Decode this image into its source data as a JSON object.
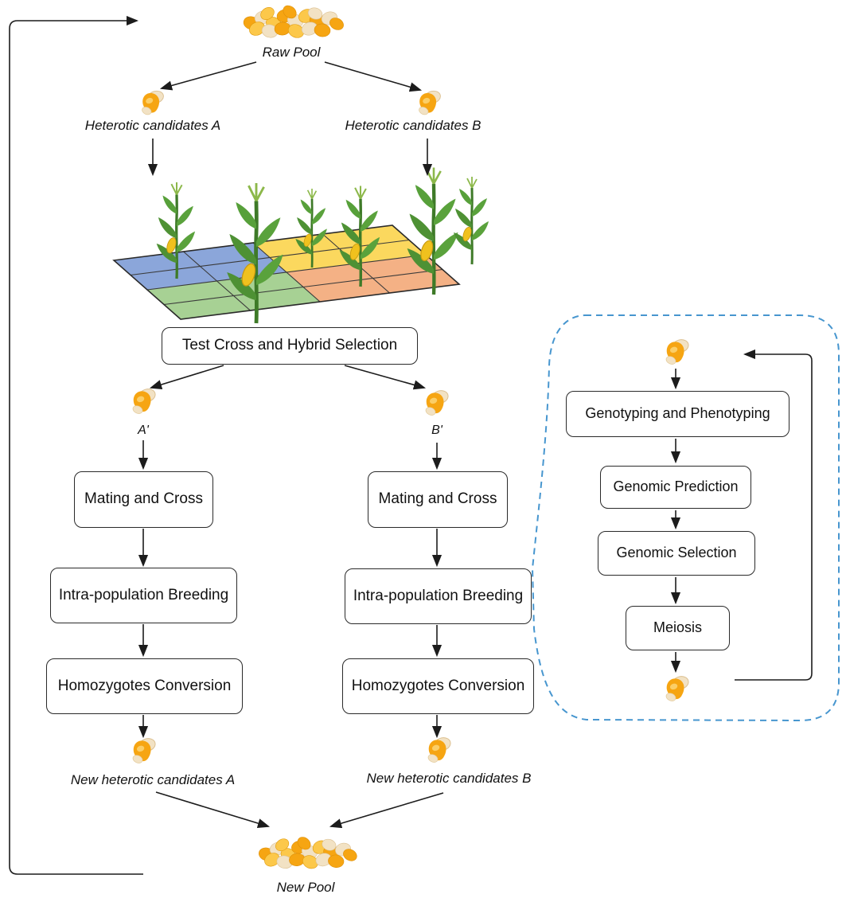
{
  "figure": {
    "pools": {
      "raw": "Raw Pool",
      "new": "New Pool"
    },
    "candidates": {
      "a": "Heterotic candidates A",
      "b": "Heterotic candidates B",
      "a_prime": "A'",
      "b_prime": "B'",
      "new_a": "New heterotic candidates A",
      "new_b": "New heterotic candidates B"
    },
    "selection_box": "Test Cross and Hybrid Selection",
    "column_a": {
      "steps": [
        "Mating and Cross",
        "Intra-population Breeding",
        "Homozygotes Conversion"
      ]
    },
    "column_b": {
      "steps": [
        "Mating and Cross",
        "Intra-population Breeding",
        "Homozygotes Conversion"
      ]
    },
    "callout": {
      "steps": [
        "Genotyping and Phenotyping",
        "Genomic Prediction",
        "Genomic Selection",
        "Meiosis"
      ]
    },
    "icons": {
      "kernel": "corn-kernel",
      "pile": "corn-pile",
      "plant": "corn-plant",
      "field": "trial-field-grid"
    },
    "colors": {
      "arrow": "#1c1c1c",
      "box_border": "#2a2a2a",
      "callout_dash": "#4796cf",
      "field_blue": "#8ba6da",
      "field_yellow": "#fbd85e",
      "field_green": "#a7d194",
      "field_orange": "#f4b185",
      "kernel_gold": "#f6a512",
      "kernel_cream": "#f2e2c4"
    }
  }
}
